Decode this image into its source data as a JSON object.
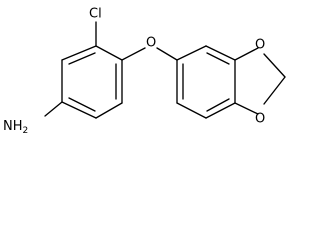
{
  "atoms": {
    "chlorine": "Cl",
    "ether_oxygen": "O",
    "amine": "NH",
    "amine_subscript": "2",
    "ring_oxygen_upper": "O",
    "ring_oxygen_lower": "O"
  },
  "colors": {
    "bond": "#000000",
    "label": "#000000",
    "background": "#ffffff"
  }
}
